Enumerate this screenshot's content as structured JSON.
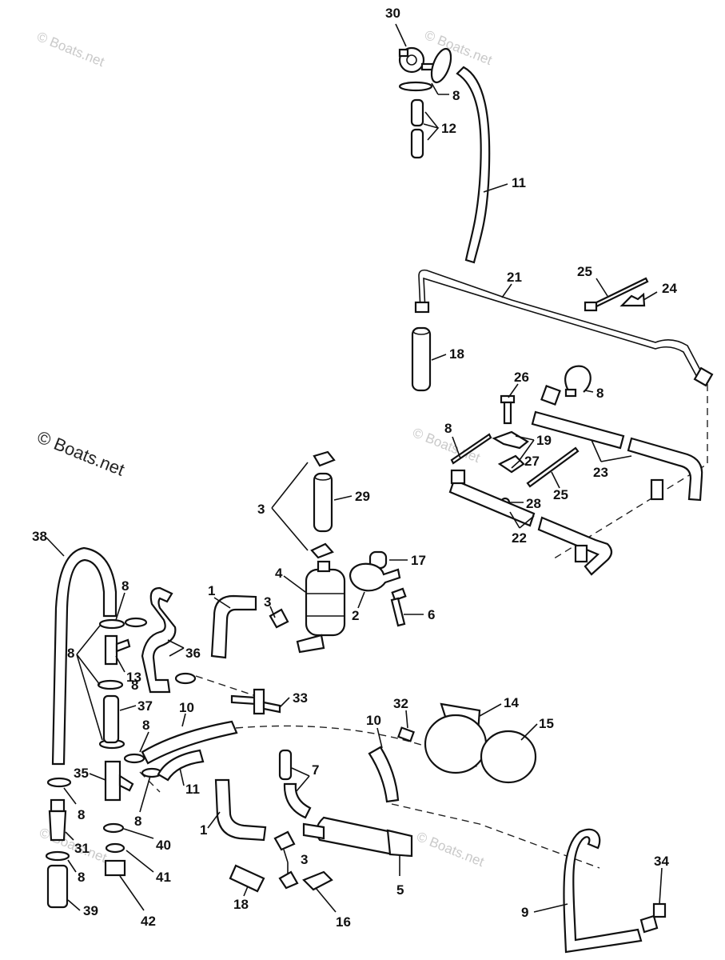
{
  "copyright": "© Boats.net",
  "watermark": "© Boats.net",
  "callouts": [
    "30",
    "8",
    "12",
    "11",
    "21",
    "25",
    "24",
    "18",
    "26",
    "8",
    "8",
    "19",
    "27",
    "23",
    "25",
    "28",
    "22",
    "3",
    "29",
    "17",
    "38",
    "8",
    "4",
    "1",
    "3",
    "2",
    "6",
    "36",
    "8",
    "13",
    "8",
    "33",
    "37",
    "10",
    "8",
    "32",
    "14",
    "10",
    "15",
    "7",
    "35",
    "11",
    "8",
    "8",
    "1",
    "3",
    "40",
    "31",
    "5",
    "41",
    "8",
    "34",
    "18",
    "16",
    "39",
    "42",
    "9"
  ]
}
